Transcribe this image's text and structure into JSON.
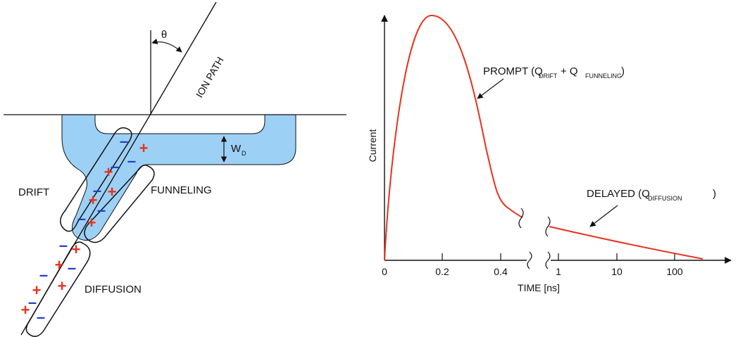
{
  "colors": {
    "depletion": "#9dd0f5",
    "line": "#111111",
    "positive": "#e8321e",
    "negative": "#1d43c7",
    "curve": "#e8321e"
  },
  "diagram": {
    "angle_symbol": "θ",
    "ion_path_label": "ION PATH",
    "width_label": "W",
    "width_sub": "D",
    "drift_label": "DRIFT",
    "funneling_label": "FUNNELING",
    "diffusion_label": "DIFFUSION",
    "plus_symbol": "+",
    "minus_symbol": "–"
  },
  "graph": {
    "ylabel": "Current",
    "xlabel": "TIME [ns]",
    "ticks": [
      "0",
      "0.2",
      "0.4",
      "1",
      "10",
      "100"
    ],
    "prompt": {
      "text": "PROMPT (Q",
      "sub1": "DRIFT",
      "mid": " + Q",
      "sub2": "FUNNELING",
      "end": ")"
    },
    "delayed": {
      "text": "DELAYED (Q",
      "sub": "DIFFUSION",
      "end": ")"
    }
  }
}
